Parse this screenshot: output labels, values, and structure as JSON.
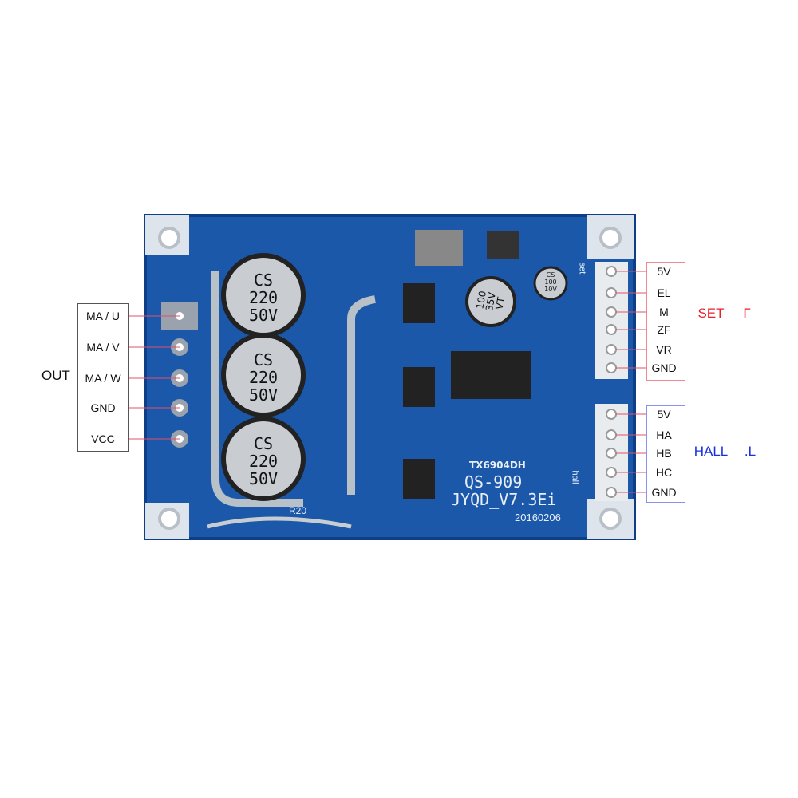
{
  "out_group": {
    "title": "OUT",
    "pins": [
      "MA / U",
      "MA / V",
      "MA / W",
      "GND",
      "VCC"
    ]
  },
  "set_group": {
    "title": "SET",
    "suffix": "Γ",
    "pins": [
      "5V",
      "EL",
      "M",
      "ZF",
      "VR",
      "GND"
    ]
  },
  "hall_group": {
    "title": "HALL",
    "suffix": ".L",
    "pins": [
      "5V",
      "HA",
      "HB",
      "HC",
      "GND"
    ]
  },
  "board": {
    "chip_label": "TX6904DH",
    "model": "QS-909",
    "version": "JYQD_V7.3Ei",
    "date": "20160206",
    "resistor": "R20",
    "set_silk": "set",
    "hall_silk": "hall",
    "caps_large": [
      {
        "brand": "CS",
        "value": "220",
        "voltage": "50V"
      },
      {
        "brand": "CS",
        "value": "220",
        "voltage": "50V"
      },
      {
        "brand": "CS",
        "value": "220",
        "voltage": "50V"
      }
    ],
    "cap_mid": {
      "value": "100",
      "voltage": "35V",
      "series": "VT"
    },
    "cap_small": {
      "brand": "CS",
      "value": "100",
      "voltage": "10V"
    }
  },
  "colors": {
    "board": "#1b58aa",
    "set": "#e8202a",
    "hall": "#1a2fe0",
    "leader": "#e0506a"
  }
}
